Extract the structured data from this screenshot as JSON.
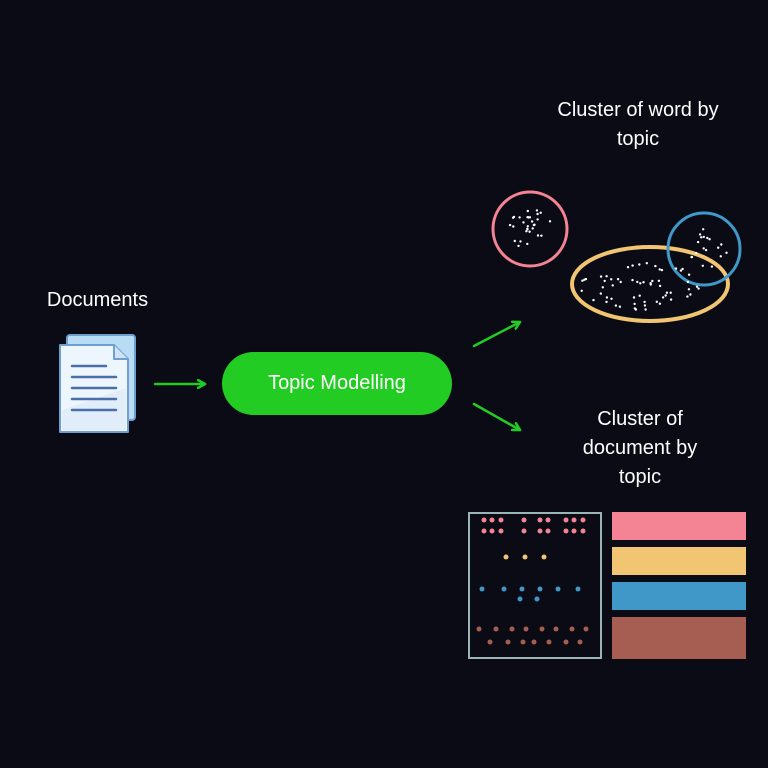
{
  "labels": {
    "documents": "Documents",
    "process": "Topic Modelling",
    "word_cluster": "Cluster of word by topic",
    "doc_cluster": "Cluster of document by topic"
  },
  "icons": {
    "documents": "documents-icon",
    "arrow": "arrow-right-icon"
  },
  "colors": {
    "background": "#0a0b14",
    "process": "#22cc22",
    "arrow": "#22cc22",
    "topic_pink": "#f48394",
    "topic_yellow": "#f2c572",
    "topic_blue": "#3f98c8",
    "topic_brown": "#a65e52",
    "doc_frame": "#9bb4b4",
    "dots": "#ffffff"
  }
}
